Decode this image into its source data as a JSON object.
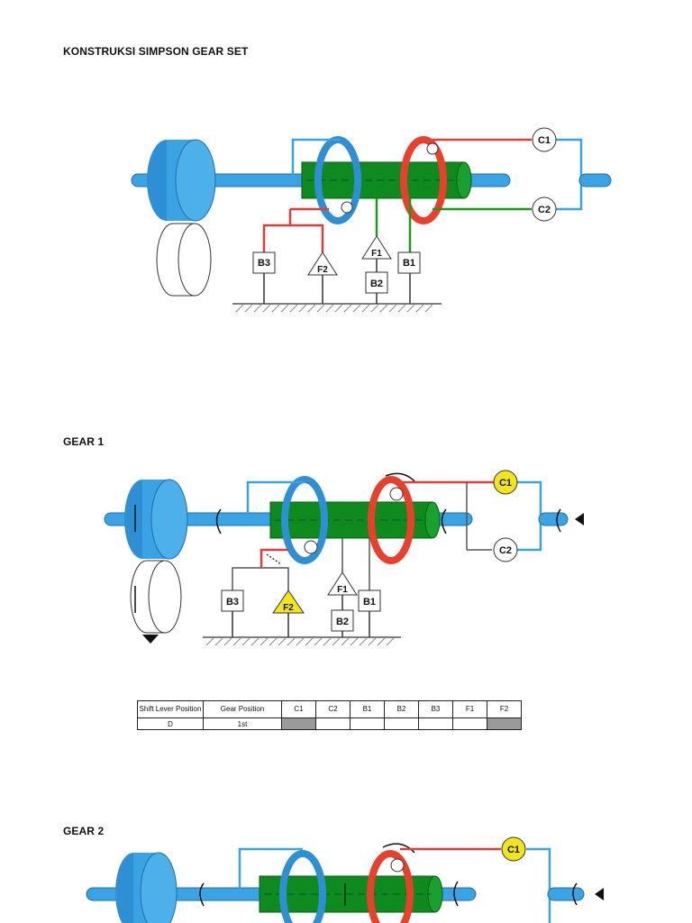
{
  "headings": {
    "construction": "KONSTRUKSI SIMPSON GEAR SET",
    "gear1": "GEAR 1",
    "gear2": "GEAR 2"
  },
  "diagram_labels": {
    "c1": "C1",
    "c2": "C2",
    "b1": "B1",
    "b2": "B2",
    "b3": "B3",
    "f1": "F1",
    "f2": "F2"
  },
  "colors": {
    "shaft_blue": "#3aa3e3",
    "dark_blue": "#1f7fc0",
    "green": "#0f8a1f",
    "red": "#e8402a",
    "yellow": "#f2e51c",
    "wire_red": "#e23d3d",
    "wire_green": "#1a9a1a"
  },
  "table": {
    "headers": [
      "Shift Lever Position",
      "Gear Position",
      "C1",
      "C2",
      "B1",
      "B2",
      "B3",
      "F1",
      "F2"
    ],
    "row": {
      "position": "D",
      "gear": "1st",
      "engaged": [
        "C1",
        "F2"
      ]
    }
  }
}
